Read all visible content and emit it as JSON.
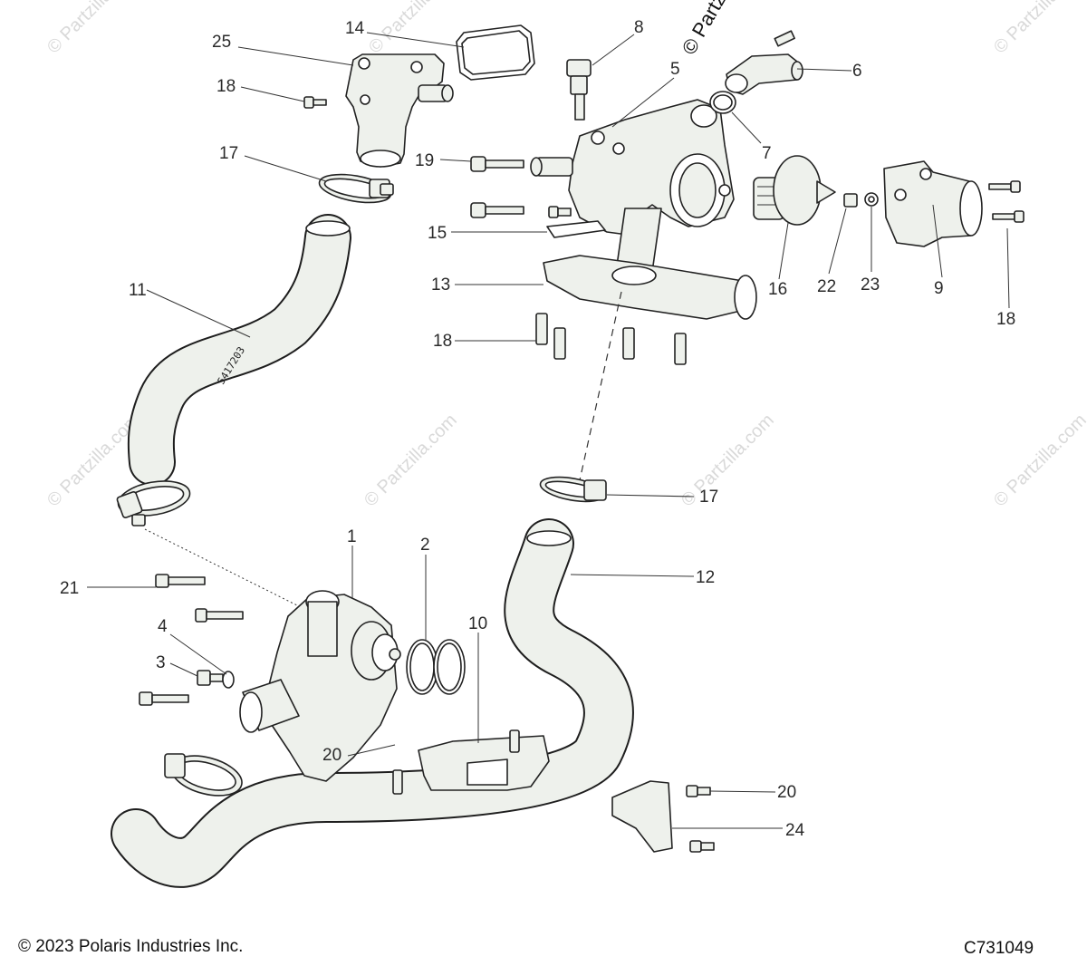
{
  "callouts": [
    "1",
    "2",
    "3",
    "4",
    "5",
    "6",
    "7",
    "8",
    "9",
    "10",
    "11",
    "12",
    "13",
    "14",
    "15",
    "16",
    "17",
    "18",
    "19",
    "20",
    "21",
    "22",
    "23",
    "24",
    "25"
  ],
  "watermark": "© Partzilla.com",
  "watermark_top": "© Partzilla",
  "hose_code": "5417203",
  "copyright": "© 2023 Polaris Industries Inc.",
  "diagram_id": "C731049"
}
